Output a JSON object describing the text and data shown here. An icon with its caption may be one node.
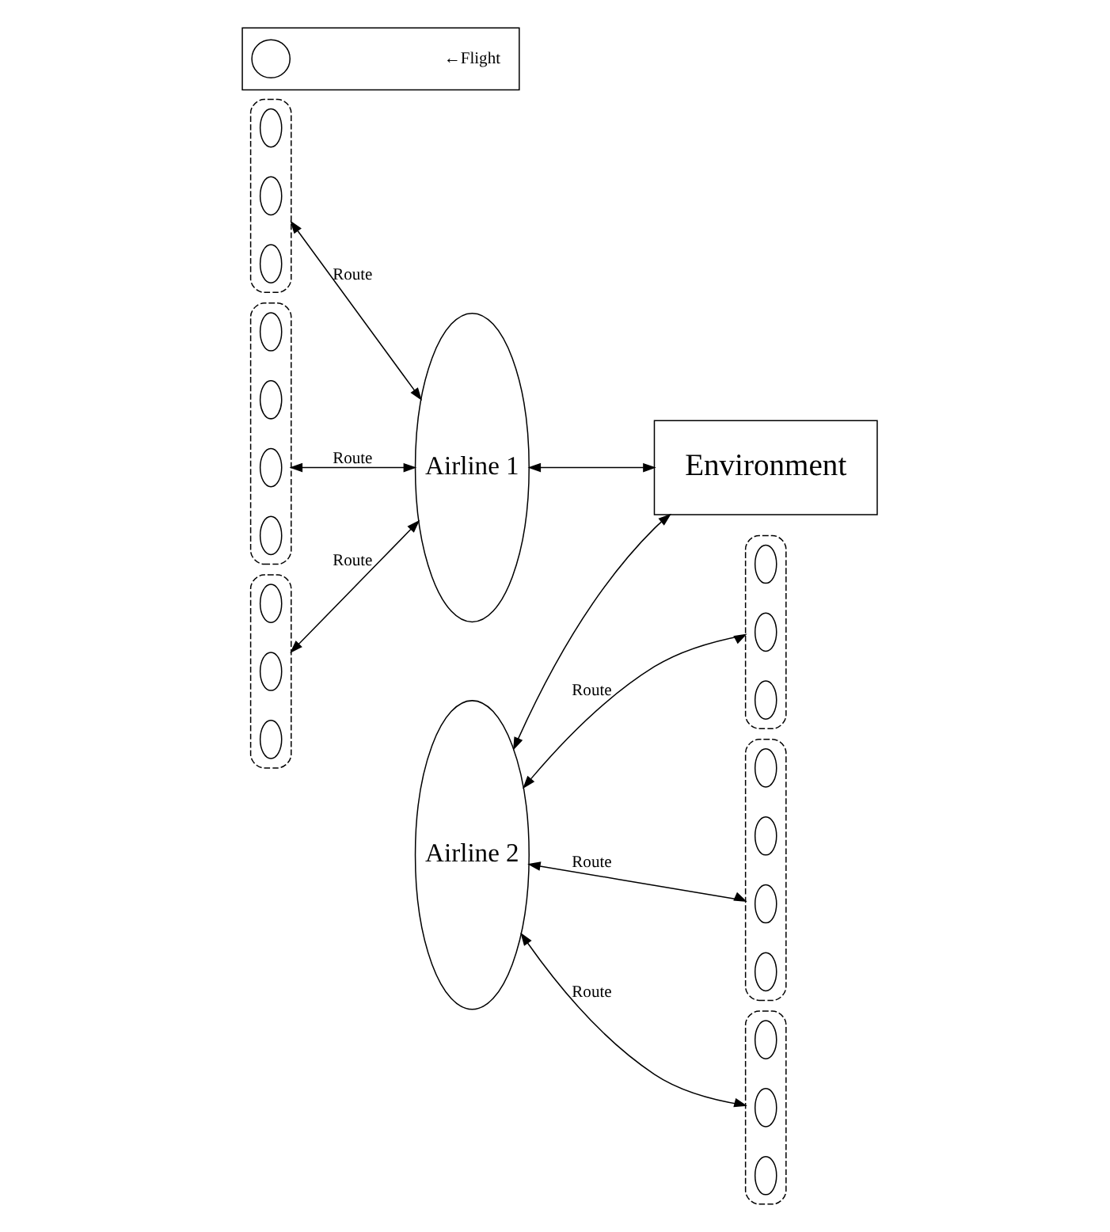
{
  "diagram": {
    "nodes": [
      {
        "text": [],
        "shape": "ellipse"
      },
      {
        "text": [],
        "shape": "ellipse",
        "in": 0
      },
      {
        "text": [],
        "shape": "ellipse",
        "in": 0
      },
      {
        "text": [],
        "shape": "ellipse",
        "in": 0
      },
      {
        "text": [],
        "shape": "ellipse"
      },
      {
        "text": [],
        "shape": "ellipse",
        "in": 4
      },
      {
        "text": [],
        "shape": "ellipse",
        "in": 4
      },
      {
        "text": [],
        "shape": "ellipse",
        "in": 4
      },
      {
        "text": [],
        "shape": "ellipse",
        "in": 4
      },
      {
        "text": [],
        "shape": "ellipse"
      },
      {
        "text": [],
        "shape": "ellipse",
        "in": 9
      },
      {
        "text": [],
        "shape": "ellipse",
        "in": 9
      },
      {
        "text": [],
        "shape": "ellipse",
        "in": 9
      },
      {
        "text": [
          "Airline 1"
        ]
      },
      {
        "text": [
          "Airline 2"
        ]
      },
      {
        "text": [],
        "shape": "ellipse"
      },
      {
        "text": [],
        "shape": "ellipse",
        "in": 15
      },
      {
        "text": [],
        "shape": "ellipse",
        "in": 15
      },
      {
        "text": [],
        "shape": "ellipse",
        "in": 15
      },
      {
        "text": [],
        "shape": "ellipse"
      },
      {
        "text": [],
        "shape": "ellipse",
        "in": 19
      },
      {
        "text": [],
        "shape": "ellipse",
        "in": 19
      },
      {
        "text": [],
        "shape": "ellipse",
        "in": 19
      },
      {
        "text": [],
        "shape": "ellipse",
        "in": 19
      },
      {
        "text": [],
        "shape": "ellipse"
      },
      {
        "text": [],
        "shape": "ellipse",
        "in": 24
      },
      {
        "text": [],
        "shape": "ellipse",
        "in": 24
      },
      {
        "text": [],
        "shape": "ellipse",
        "in": 24
      },
      {
        "text": [
          "Environment"
        ]
      },
      {
        "text": [],
        "shape": "box"
      },
      {
        "text": [],
        "shape": "circle",
        "in": 29
      }
    ],
    "edges": [
      {
        "from": 0,
        "to": 13,
        "arrow": "both",
        "label": "Route"
      },
      {
        "from": 4,
        "to": 13,
        "arrow": "both",
        "label": "Route"
      },
      {
        "from": 9,
        "to": 13,
        "arrow": "both",
        "label": "Route"
      },
      {
        "from": 14,
        "to": 15,
        "arrow": "both",
        "label": "Route"
      },
      {
        "from": 14,
        "to": 19,
        "arrow": "both",
        "label": "Route"
      },
      {
        "from": 14,
        "to": 24,
        "arrow": "both",
        "label": "Route"
      },
      {
        "from": 13,
        "to": 28,
        "arrow": "both"
      },
      {
        "from": 14,
        "to": 28,
        "arrow": "both"
      }
    ],
    "legend": [
      {
        "text": "←Flight"
      }
    ]
  }
}
